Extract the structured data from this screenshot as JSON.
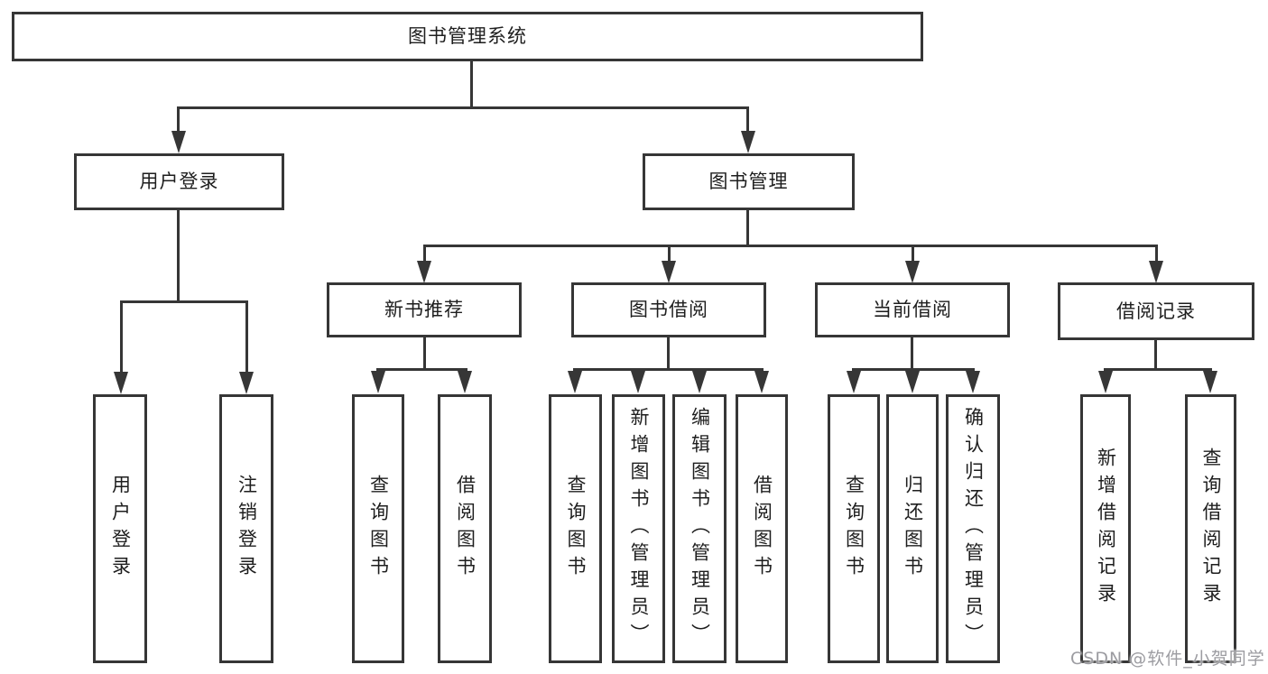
{
  "diagram": {
    "title": "图书管理系统",
    "root": {
      "label": "图书管理系统"
    },
    "level2": {
      "user_login": {
        "label": "用户登录"
      },
      "book_management": {
        "label": "图书管理"
      }
    },
    "level3": {
      "new_book_recommend": {
        "label": "新书推荐"
      },
      "book_borrow": {
        "label": "图书借阅"
      },
      "current_borrow": {
        "label": "当前借阅"
      },
      "borrow_records": {
        "label": "借阅记录"
      }
    },
    "leaves": {
      "user_login": [
        "用户登录",
        "注销登录"
      ],
      "new_book_recommend": [
        "查询图书",
        "借阅图书"
      ],
      "book_borrow": [
        "查询图书",
        "新增图书（管理员）",
        "编辑图书（管理员）",
        "借阅图书"
      ],
      "current_borrow": [
        "查询图书",
        "归还图书",
        "确认归还（管理员）"
      ],
      "borrow_records": [
        "新增借阅记录",
        "查询借阅记录"
      ]
    },
    "colors": {
      "line": "#363636",
      "text": "#1e1e1e",
      "background": "#ffffff",
      "watermark": "#9c9ca1"
    }
  },
  "watermark": {
    "text": "CSDN @软件_小贺同学"
  }
}
